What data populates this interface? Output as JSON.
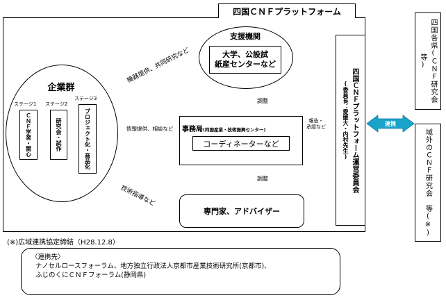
{
  "title": "四国ＣＮＦプラットフォーム",
  "support": {
    "heading": "支援機関",
    "inner": "大学、公設試\n紙産センターなど"
  },
  "companies": {
    "heading": "企業群",
    "stages": [
      {
        "label": "ステージ1",
        "box": "ＣＮＦ学習・関心"
      },
      {
        "label": "ステージ2",
        "box": "研究会・試作"
      },
      {
        "label": "ステージ3",
        "box": "プロジェクト化・商品化"
      }
    ]
  },
  "office": {
    "heading": "事務局",
    "heading_sub": "(四国産業・技術振興センター)",
    "inner": "コーディネーターなど"
  },
  "experts": "専門家、アドバイザー",
  "committee": {
    "title": "四国ＣＮＦプラットフォーム運営委員会",
    "sub": "(委員長：愛媛大・内村先生)"
  },
  "arrow_labels": {
    "equipment": "機器提供、共同研究など",
    "info": "情報提供、相談など",
    "tech": "技術指導など",
    "coord_top": "調整",
    "coord_bottom": "調整",
    "report": "報告・\n承認など",
    "link": "連携"
  },
  "right_boxes": {
    "prefecture": "四国各県(ＣＮＦ研究会等)",
    "external": "域外のＣＮＦ研究会　等(※)"
  },
  "footnote": "(※)広域連携協定締結（H28.12.8）",
  "partners": {
    "heading": "〈連携先〉",
    "line1": "ナノセルロースフォーラム、地方独立行政法人京都市産業技術研究所(京都市)、",
    "line2": "ふじのくにＣＮＦフォーラム(静岡県)"
  },
  "colors": {
    "arrow_fill": "#3b6fb6",
    "arrow_stroke": "#1f4e8c",
    "link_fill": "#19a3c9"
  }
}
